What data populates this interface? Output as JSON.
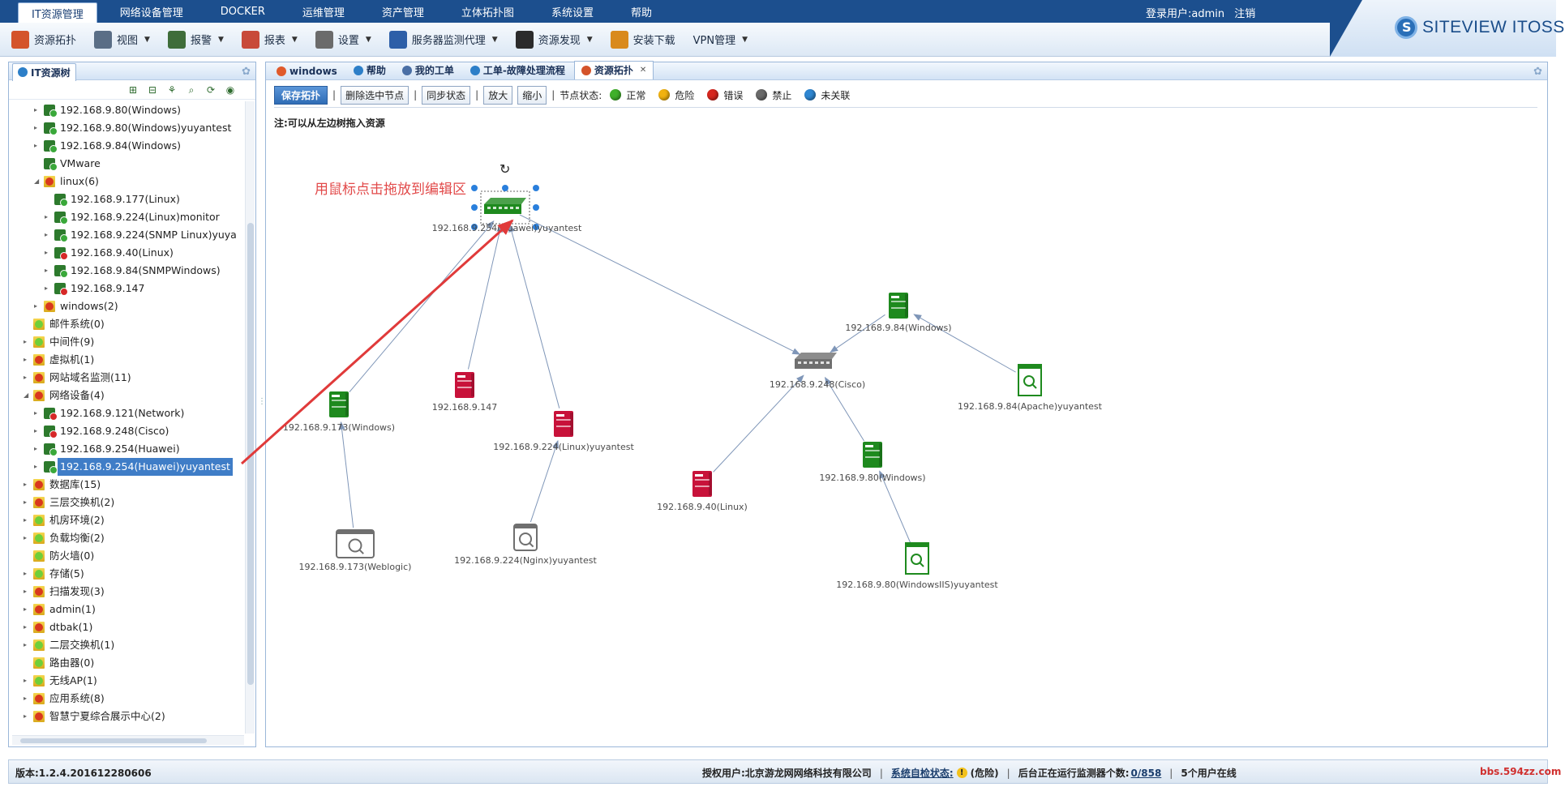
{
  "menu": {
    "items": [
      "IT资源管理",
      "网络设备管理",
      "DOCKER",
      "运维管理",
      "资产管理",
      "立体拓扑图",
      "系统设置",
      "帮助"
    ],
    "active_index": 0
  },
  "user": {
    "label": "登录用户:admin",
    "logout": "注销"
  },
  "brand": {
    "name": "SITEVIEW ITOSS"
  },
  "toolbar": {
    "items": [
      {
        "label": "资源拓扑",
        "icon": "topology-icon",
        "dropdown": false,
        "color": "#d4542b"
      },
      {
        "label": "视图",
        "icon": "view-icon",
        "dropdown": true,
        "color": "#5a6e86"
      },
      {
        "label": "报警",
        "icon": "alarm-icon",
        "dropdown": true,
        "color": "#3f6d3a"
      },
      {
        "label": "报表",
        "icon": "report-icon",
        "dropdown": true,
        "color": "#c84a3a"
      },
      {
        "label": "设置",
        "icon": "settings-icon",
        "dropdown": true,
        "color": "#6b6b6b"
      },
      {
        "label": "服务器监测代理",
        "icon": "agent-icon",
        "dropdown": true,
        "color": "#2d5fa8"
      },
      {
        "label": "资源发现",
        "icon": "discovery-icon",
        "dropdown": true,
        "color": "#2b2b2b"
      },
      {
        "label": "安装下载",
        "icon": "download-icon",
        "dropdown": false,
        "color": "#d98a1c"
      },
      {
        "label": "VPN管理",
        "icon": "vpn-icon",
        "dropdown": true,
        "color": "none"
      }
    ]
  },
  "left_panel": {
    "title": "IT资源树",
    "tools": [
      "expand-all-icon",
      "collapse-all-icon",
      "tree-icon",
      "search-icon",
      "refresh-icon",
      "eye-icon"
    ],
    "tree": [
      {
        "label": "192.168.9.80(Windows)",
        "level": 3,
        "icon": "server-ok",
        "toggle": true
      },
      {
        "label": "192.168.9.80(Windows)yuyantest",
        "level": 3,
        "icon": "server-ok",
        "toggle": true
      },
      {
        "label": "192.168.9.84(Windows)",
        "level": 3,
        "icon": "server-ok",
        "toggle": true
      },
      {
        "label": "VMware",
        "level": 3,
        "icon": "server-ok",
        "toggle": false
      },
      {
        "label": "linux(6)",
        "level": 3,
        "icon": "folder-err",
        "toggle": true,
        "open": true
      },
      {
        "label": "192.168.9.177(Linux)",
        "level": 4,
        "icon": "server-ok",
        "toggle": false
      },
      {
        "label": "192.168.9.224(Linux)monitor",
        "level": 4,
        "icon": "server-ok",
        "toggle": true
      },
      {
        "label": "192.168.9.224(SNMP Linux)yuya",
        "level": 4,
        "icon": "server-ok",
        "toggle": true
      },
      {
        "label": "192.168.9.40(Linux)",
        "level": 4,
        "icon": "server-err",
        "toggle": true
      },
      {
        "label": "192.168.9.84(SNMPWindows)",
        "level": 4,
        "icon": "server-ok",
        "toggle": true
      },
      {
        "label": "192.168.9.147",
        "level": 4,
        "icon": "server-err",
        "toggle": true
      },
      {
        "label": "windows(2)",
        "level": 3,
        "icon": "folder-err",
        "toggle": true
      },
      {
        "label": "邮件系统(0)",
        "level": 2,
        "icon": "folder-ok",
        "toggle": false
      },
      {
        "label": "中间件(9)",
        "level": 2,
        "icon": "folder-ok",
        "toggle": true
      },
      {
        "label": "虚拟机(1)",
        "level": 2,
        "icon": "folder-err",
        "toggle": true
      },
      {
        "label": "网站域名监测(11)",
        "level": 2,
        "icon": "folder-err",
        "toggle": true
      },
      {
        "label": "网络设备(4)",
        "level": 2,
        "icon": "folder-err",
        "toggle": true,
        "open": true
      },
      {
        "label": "192.168.9.121(Network)",
        "level": 3,
        "icon": "server-err",
        "toggle": true
      },
      {
        "label": "192.168.9.248(Cisco)",
        "level": 3,
        "icon": "server-err",
        "toggle": true
      },
      {
        "label": "192.168.9.254(Huawei)",
        "level": 3,
        "icon": "server-ok",
        "toggle": true
      },
      {
        "label": "192.168.9.254(Huawei)yuyantest",
        "level": 3,
        "icon": "server-ok",
        "toggle": true,
        "selected": true
      },
      {
        "label": "数据库(15)",
        "level": 2,
        "icon": "folder-err",
        "toggle": true
      },
      {
        "label": "三层交换机(2)",
        "level": 2,
        "icon": "folder-err",
        "toggle": true
      },
      {
        "label": "机房环境(2)",
        "level": 2,
        "icon": "folder-ok",
        "toggle": true
      },
      {
        "label": "负载均衡(2)",
        "level": 2,
        "icon": "folder-ok",
        "toggle": true
      },
      {
        "label": "防火墙(0)",
        "level": 2,
        "icon": "folder-ok",
        "toggle": false
      },
      {
        "label": "存储(5)",
        "level": 2,
        "icon": "folder-ok",
        "toggle": true
      },
      {
        "label": "扫描发现(3)",
        "level": 2,
        "icon": "folder-err",
        "toggle": true
      },
      {
        "label": "admin(1)",
        "level": 2,
        "icon": "folder-err",
        "toggle": true
      },
      {
        "label": "dtbak(1)",
        "level": 2,
        "icon": "folder-err",
        "toggle": true
      },
      {
        "label": "二层交换机(1)",
        "level": 2,
        "icon": "folder-ok",
        "toggle": true
      },
      {
        "label": "路由器(0)",
        "level": 2,
        "icon": "folder-ok",
        "toggle": false
      },
      {
        "label": "无线AP(1)",
        "level": 2,
        "icon": "folder-ok",
        "toggle": true
      },
      {
        "label": "应用系统(8)",
        "level": 2,
        "icon": "folder-err",
        "toggle": true
      },
      {
        "label": "智慧宁夏综合展示中心(2)",
        "level": 2,
        "icon": "folder-err",
        "toggle": true
      }
    ]
  },
  "tabs": [
    {
      "label": "windows",
      "icon": "windows-tab-icon",
      "color": "#e05a2b",
      "active": false
    },
    {
      "label": "帮助",
      "icon": "help-tab-icon",
      "color": "#2d7fc8",
      "active": false
    },
    {
      "label": "我的工单",
      "icon": "ticket-tab-icon",
      "color": "#4a6fa5",
      "active": false
    },
    {
      "label": "工单-故障处理流程",
      "icon": "workflow-tab-icon",
      "color": "#2d7fc8",
      "active": false
    },
    {
      "label": "资源拓扑",
      "icon": "topology-tab-icon",
      "color": "#d4542b",
      "active": true,
      "closable": true
    }
  ],
  "actions": {
    "save": "保存拓扑",
    "delete": "删除选中节点",
    "sync": "同步状态",
    "zoom_in": "放大",
    "zoom_out": "缩小",
    "status_label": "节点状态:",
    "legend": [
      {
        "label": "正常",
        "color": "#3fb02a"
      },
      {
        "label": "危险",
        "color": "#f1b210"
      },
      {
        "label": "错误",
        "color": "#d6271f"
      },
      {
        "label": "禁止",
        "color": "#6a6a6a"
      },
      {
        "label": "未关联",
        "color": "#2e86d1"
      }
    ]
  },
  "note": "注:可以从左边树拖入资源",
  "annotation": "用鼠标点击拖放到编辑区",
  "topology": {
    "nodes": [
      {
        "id": "huawei",
        "label": "192.168.9.254(Huawei)yuyantest",
        "type": "switch",
        "status": "green",
        "selected": true
      },
      {
        "id": "cisco",
        "label": "192.168.9.248(Cisco)",
        "type": "switch",
        "status": "gray"
      },
      {
        "id": "win173",
        "label": "192.168.9.173(Windows)",
        "type": "server",
        "status": "green"
      },
      {
        "id": "n147",
        "label": "192.168.9.147",
        "type": "server",
        "status": "red"
      },
      {
        "id": "lin224",
        "label": "192.168.9.224(Linux)yuyantest",
        "type": "server",
        "status": "red"
      },
      {
        "id": "weblogic",
        "label": "192.168.9.173(Weblogic)",
        "type": "app",
        "status": "gray"
      },
      {
        "id": "nginx",
        "label": "192.168.9.224(Nginx)yuyantest",
        "type": "app-small",
        "status": "gray"
      },
      {
        "id": "lin40",
        "label": "192.168.9.40(Linux)",
        "type": "server",
        "status": "red"
      },
      {
        "id": "win84",
        "label": "192.168.9.84(Windows)",
        "type": "server",
        "status": "green"
      },
      {
        "id": "apache",
        "label": "192.168.9.84(Apache)yuyantest",
        "type": "doc",
        "status": "green"
      },
      {
        "id": "win80",
        "label": "192.168.9.80(Windows)",
        "type": "server",
        "status": "green"
      },
      {
        "id": "iis",
        "label": "192.168.9.80(WindowsIIS)yuyantest",
        "type": "doc",
        "status": "green"
      }
    ],
    "edges": [
      [
        "win173",
        "huawei"
      ],
      [
        "n147",
        "huawei"
      ],
      [
        "lin224",
        "huawei"
      ],
      [
        "huawei",
        "cisco"
      ],
      [
        "weblogic",
        "win173"
      ],
      [
        "nginx",
        "lin224"
      ],
      [
        "lin40",
        "cisco"
      ],
      [
        "win84",
        "cisco"
      ],
      [
        "win80",
        "cisco"
      ],
      [
        "apache",
        "win84"
      ],
      [
        "iis",
        "win80"
      ]
    ],
    "colors": {
      "green": "#1e8a1e",
      "red": "#c8123a",
      "gray": "#6f6f6f",
      "edge": "#7f96b8"
    }
  },
  "status_bar": {
    "version": "版本:1.2.4.201612280606",
    "license": "授权用户:北京游龙网网络科技有限公司",
    "selfcheck_label": "系统自检状态:",
    "selfcheck_value": "(危险)",
    "monitors_label": "后台正在运行监测器个数:",
    "monitors_value": "0/858",
    "online": "5个用户在线"
  },
  "watermark": "bbs.594zz.com"
}
